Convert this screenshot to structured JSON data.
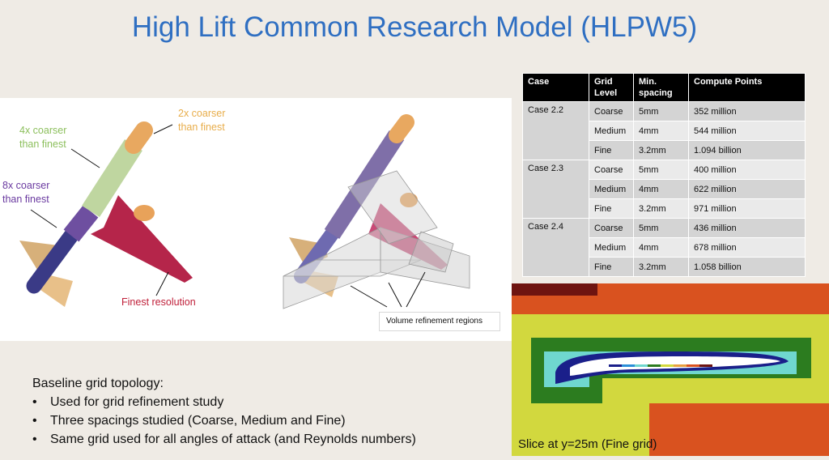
{
  "title": "High Lift Common Research Model (HLPW5)",
  "figure": {
    "annotations": {
      "coarser_4x": [
        "4x coarser",
        "than finest"
      ],
      "coarser_2x": [
        "2x coarser",
        "than finest"
      ],
      "coarser_8x": [
        "8x coarser",
        "than finest"
      ],
      "finest": "Finest resolution"
    },
    "volume_label": "Volume refinement regions"
  },
  "table": {
    "headers": [
      "Case",
      "Grid Level",
      "Min. spacing",
      "Compute Points"
    ],
    "groups": [
      {
        "case": "Case 2.2",
        "rows": [
          {
            "level": "Coarse",
            "spacing": "5mm",
            "points": "352 million"
          },
          {
            "level": "Medium",
            "spacing": "4mm",
            "points": "544 million"
          },
          {
            "level": "Fine",
            "spacing": "3.2mm",
            "points": "1.094 billion"
          }
        ]
      },
      {
        "case": "Case 2.3",
        "rows": [
          {
            "level": "Coarse",
            "spacing": "5mm",
            "points": "400 million"
          },
          {
            "level": "Medium",
            "spacing": "4mm",
            "points": "622 million"
          },
          {
            "level": "Fine",
            "spacing": "3.2mm",
            "points": "971 million"
          }
        ]
      },
      {
        "case": "Case 2.4",
        "rows": [
          {
            "level": "Coarse",
            "spacing": "5mm",
            "points": "436 million"
          },
          {
            "level": "Medium",
            "spacing": "4mm",
            "points": "678 million"
          },
          {
            "level": "Fine",
            "spacing": "3.2mm",
            "points": "1.058 billion"
          }
        ]
      }
    ]
  },
  "bullets": {
    "lead": "Baseline grid topology:",
    "items": [
      "Used for grid refinement study",
      "Three spacings studied (Coarse, Medium and Fine)",
      "Same grid used for all angles of attack (and Reynolds numbers)"
    ]
  },
  "slice_label": "Slice at y=25m (Fine grid)",
  "colors": {
    "title": "#2f6fc2",
    "coarser_4x": "#8cbf5c",
    "coarser_2x": "#e8ad4a",
    "coarser_8x": "#6a3aa0",
    "finest": "#c0203a"
  }
}
